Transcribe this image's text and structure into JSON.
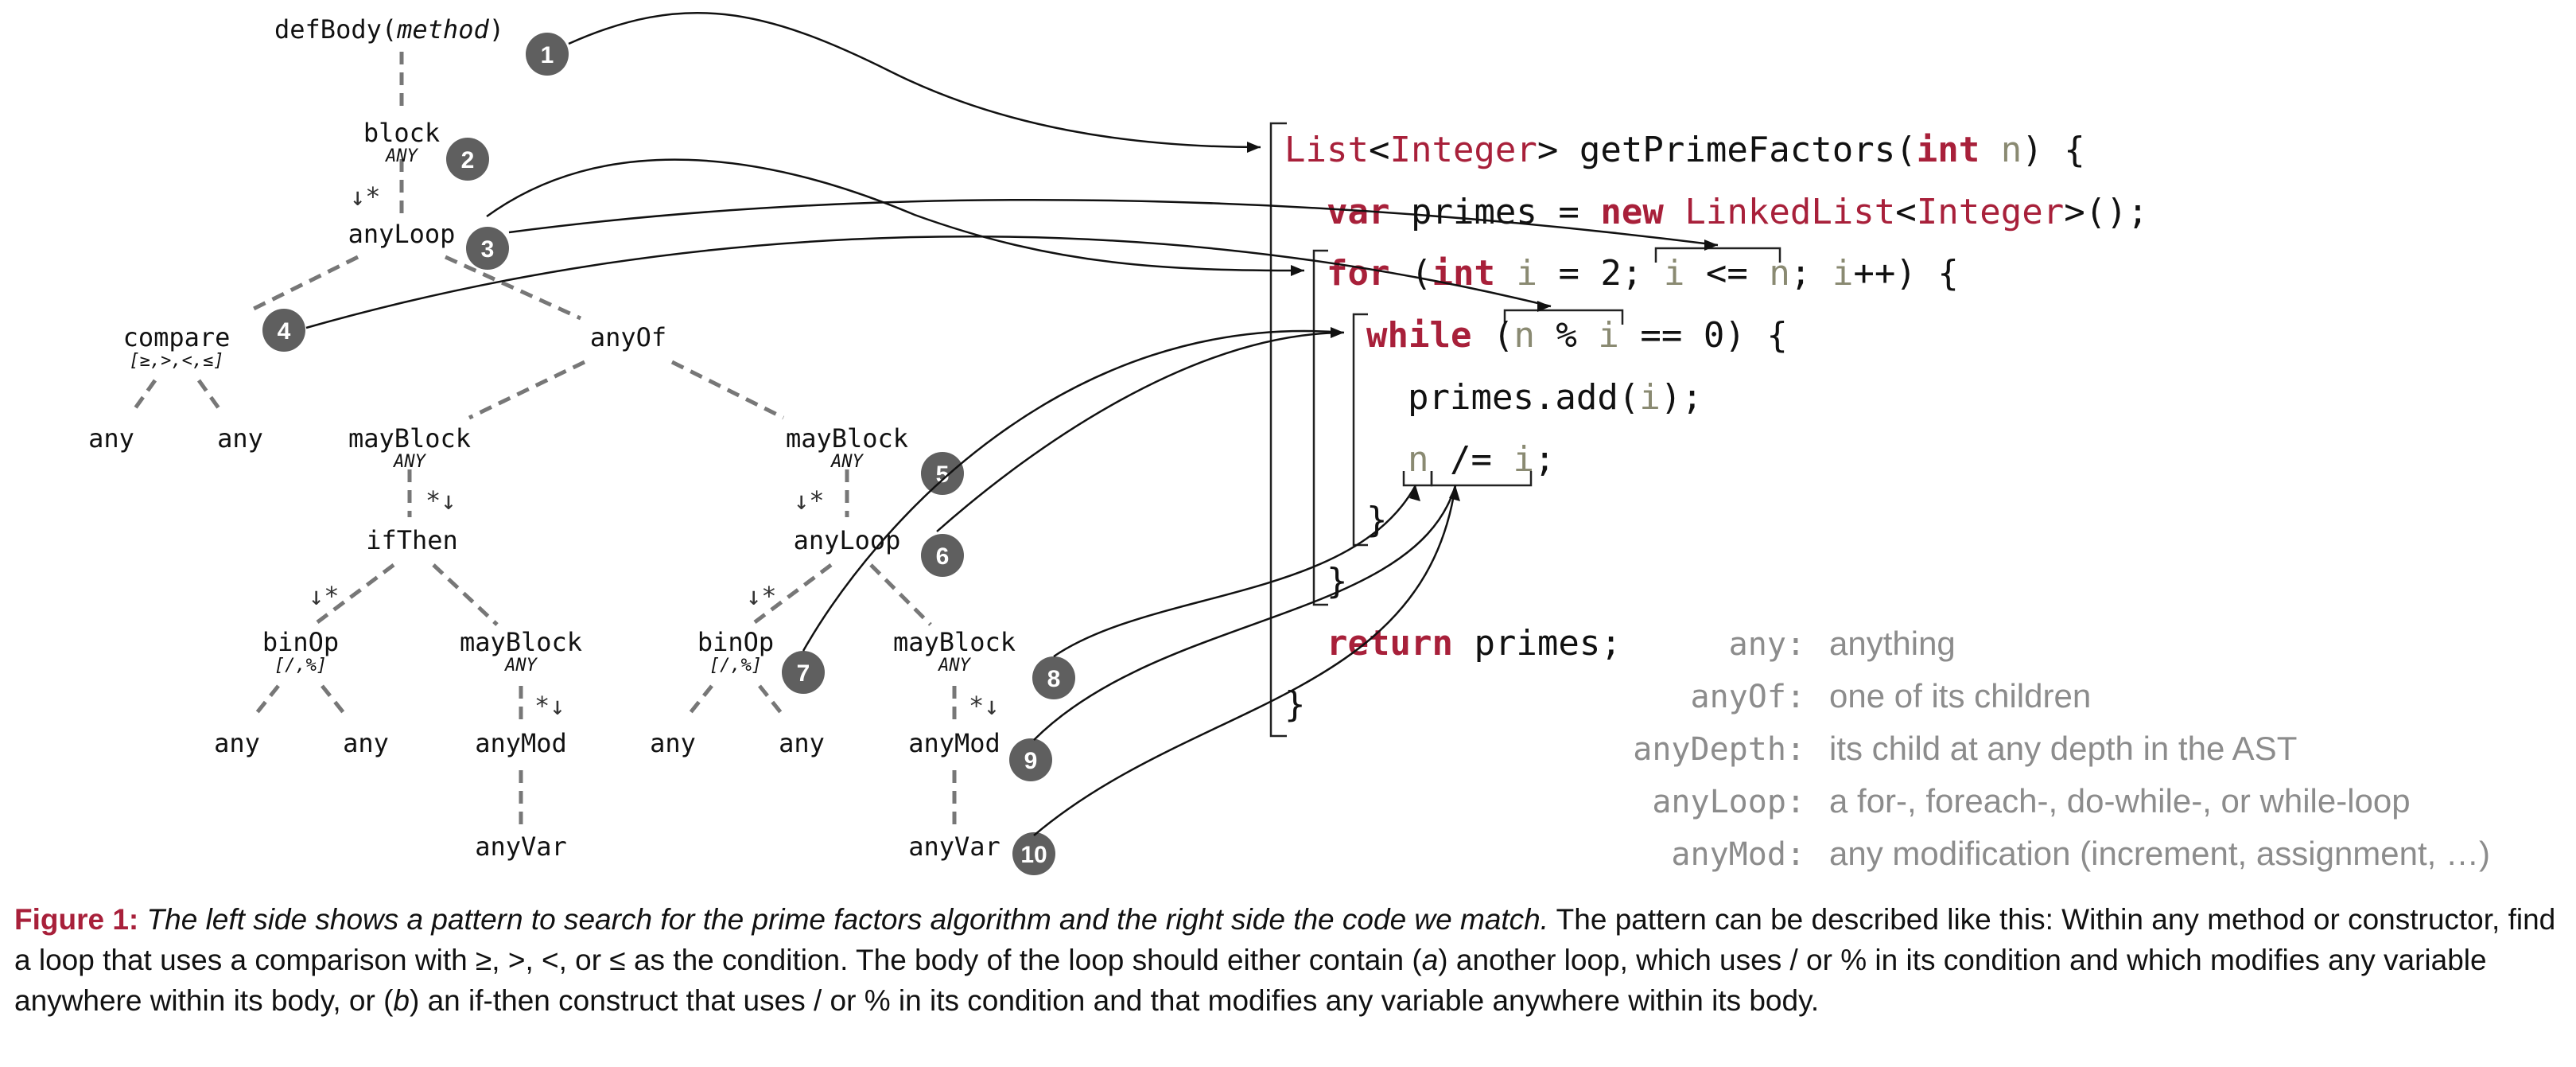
{
  "tree": {
    "nodes": [
      {
        "id": "defBody",
        "label": "defBody(",
        "arg": "method",
        "close": ")"
      },
      {
        "id": "block",
        "label": "block",
        "sub": "ANY"
      },
      {
        "id": "anyLoop1",
        "label": "anyLoop"
      },
      {
        "id": "compare",
        "label": "compare",
        "sub": "[≥,>,<,≤]"
      },
      {
        "id": "anyOf",
        "label": "anyOf"
      },
      {
        "id": "cmpAny1",
        "label": "any"
      },
      {
        "id": "cmpAny2",
        "label": "any"
      },
      {
        "id": "mayBlock1",
        "label": "mayBlock",
        "sub": "ANY"
      },
      {
        "id": "mayBlock2",
        "label": "mayBlock",
        "sub": "ANY"
      },
      {
        "id": "ifThen",
        "label": "ifThen"
      },
      {
        "id": "anyLoop2",
        "label": "anyLoop"
      },
      {
        "id": "binOp1",
        "label": "binOp",
        "sub": "[/,%]"
      },
      {
        "id": "mayBlock3",
        "label": "mayBlock",
        "sub": "ANY"
      },
      {
        "id": "binOp2",
        "label": "binOp",
        "sub": "[/,%]"
      },
      {
        "id": "mayBlock4",
        "label": "mayBlock",
        "sub": "ANY"
      },
      {
        "id": "b1Any1",
        "label": "any"
      },
      {
        "id": "b1Any2",
        "label": "any"
      },
      {
        "id": "anyMod1",
        "label": "anyMod"
      },
      {
        "id": "b2Any1",
        "label": "any"
      },
      {
        "id": "b2Any2",
        "label": "any"
      },
      {
        "id": "anyMod2",
        "label": "anyMod"
      },
      {
        "id": "anyVar1",
        "label": "anyVar"
      },
      {
        "id": "anyVar2",
        "label": "anyVar"
      }
    ],
    "arrow_labels": [
      "↓*",
      "*↓",
      "↓*",
      "↓*",
      "↓*",
      "*↓",
      "*↓"
    ],
    "badges": [
      "1",
      "2",
      "3",
      "4",
      "5",
      "6",
      "7",
      "8",
      "9",
      "10"
    ]
  },
  "code": {
    "lines": [
      [
        {
          "t": "List",
          "c": "ty"
        },
        {
          "t": "<",
          "c": ""
        },
        {
          "t": "Integer",
          "c": "ty"
        },
        {
          "t": "> getPrimeFactors(",
          "c": ""
        },
        {
          "t": "int",
          "c": "kw"
        },
        {
          "t": " ",
          "c": ""
        },
        {
          "t": "n",
          "c": "var"
        },
        {
          "t": ") {",
          "c": ""
        }
      ],
      [
        {
          "t": "var",
          "c": "kw"
        },
        {
          "t": " primes = ",
          "c": ""
        },
        {
          "t": "new",
          "c": "kw"
        },
        {
          "t": " ",
          "c": ""
        },
        {
          "t": "LinkedList",
          "c": "ty"
        },
        {
          "t": "<",
          "c": ""
        },
        {
          "t": "Integer",
          "c": "ty"
        },
        {
          "t": ">();",
          "c": ""
        }
      ],
      [
        {
          "t": "for",
          "c": "kw"
        },
        {
          "t": " (",
          "c": ""
        },
        {
          "t": "int",
          "c": "kw"
        },
        {
          "t": " ",
          "c": ""
        },
        {
          "t": "i",
          "c": "var"
        },
        {
          "t": " = 2; ",
          "c": ""
        },
        {
          "t": "i",
          "c": "var"
        },
        {
          "t": " <= ",
          "c": ""
        },
        {
          "t": "n",
          "c": "var"
        },
        {
          "t": "; ",
          "c": ""
        },
        {
          "t": "i",
          "c": "var"
        },
        {
          "t": "++) {",
          "c": ""
        }
      ],
      [
        {
          "t": "while",
          "c": "kw"
        },
        {
          "t": " (",
          "c": ""
        },
        {
          "t": "n",
          "c": "var"
        },
        {
          "t": " % ",
          "c": ""
        },
        {
          "t": "i",
          "c": "var"
        },
        {
          "t": " == 0) {",
          "c": ""
        }
      ],
      [
        {
          "t": "primes.add(",
          "c": ""
        },
        {
          "t": "i",
          "c": "var"
        },
        {
          "t": ");",
          "c": ""
        }
      ],
      [
        {
          "t": "n",
          "c": "var"
        },
        {
          "t": " /= ",
          "c": ""
        },
        {
          "t": "i",
          "c": "var"
        },
        {
          "t": ";",
          "c": ""
        }
      ],
      [
        {
          "t": "}",
          "c": ""
        }
      ],
      [
        {
          "t": "}",
          "c": ""
        }
      ],
      [
        {
          "t": "return",
          "c": "kw"
        },
        {
          "t": " primes;",
          "c": ""
        }
      ],
      [
        {
          "t": "}",
          "c": ""
        }
      ]
    ]
  },
  "legend": [
    {
      "key": "any:",
      "desc": "anything"
    },
    {
      "key": "anyOf:",
      "desc": "one of its children"
    },
    {
      "key": "anyDepth:",
      "desc": "its child at any depth in the AST"
    },
    {
      "key": "anyLoop:",
      "desc": "a for-, foreach-, do-while-, or while-loop"
    },
    {
      "key": "anyMod:",
      "desc": "any modification (increment, assignment, …)"
    }
  ],
  "caption": {
    "label": "Figure 1:",
    "italic": "The left side shows a pattern to search for the prime factors algorithm and the right side the code we match.",
    "s1": " The pattern can be described like this: Within any method or constructor, find a loop that uses a comparison with ≥, >, <, or ≤ as the condition. The body of the loop should either contain (",
    "a": "a",
    "s2": ") another loop, which uses / or % in its condition and which modifies any variable anywhere within its body, or (",
    "b": "b",
    "s3": ") an if-then construct that uses / or % in its condition and that modifies any variable anywhere within its body."
  },
  "colors": {
    "keyword": "#a8203a",
    "variable": "#8a8a72",
    "badge": "#5f5f5f",
    "edge": "#777777",
    "legend": "#8c8c8c"
  }
}
